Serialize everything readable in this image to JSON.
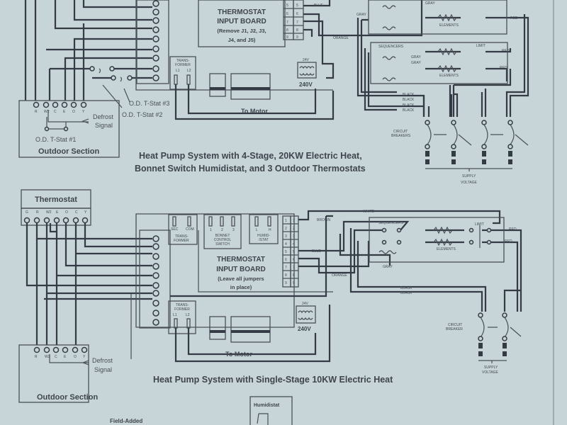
{
  "colors": {
    "paper": "#c7d4d8",
    "ink": "#353b44"
  },
  "top_diagram": {
    "caption_line1": "Heat Pump System with 4-Stage, 20KW Electric Heat,",
    "caption_line2": "Bonnet Switch Humidistat, and 3 Outdoor Thermostats",
    "board_title1": "THERMOSTAT",
    "board_title2": "INPUT BOARD",
    "board_note1": "(Remove J1, J2, J3,",
    "board_note2": "J4, and J5)",
    "transformer_label1": "TRANS-",
    "transformer_label2": "FORMER",
    "l1": "L1",
    "l2": "L2",
    "v24": "24V",
    "v240": "240V",
    "to_motor": "To Motor",
    "terminal_numbers": [
      "5",
      "6",
      "7",
      "8",
      "9"
    ],
    "wire_blue": "BLUE",
    "wire_gray_a": "GRAY",
    "wire_gray_b": "GRAY",
    "wire_gray_c": "GRAY",
    "wire_gray_d": "GRAY",
    "wire_orange": "ORANGE",
    "sequencers": "SEQUENCERS",
    "elements_a": "ELEMENTS",
    "elements_b": "ELEMENTS",
    "limit": "LIMIT",
    "red_a": "RED",
    "red_b": "RED",
    "red_c": "RED",
    "black": [
      "BLACK",
      "BLACK",
      "BLACK",
      "BLACK"
    ],
    "circuit_breakers1": "CIRCUIT",
    "circuit_breakers2": "BREAKERS",
    "supply1": "SUPPLY",
    "supply2": "VOLTAGE",
    "od_tstat_1": "O.D. T-Stat #1",
    "od_tstat_2": "O.D. T-Stat #2",
    "od_tstat_3": "O.D. T-Stat #3",
    "defrost1": "Defrost",
    "defrost2": "Signal",
    "outdoor_section": "Outdoor Section",
    "outdoor_terminals": [
      "R",
      "W2",
      "C",
      "E",
      "O",
      "Y"
    ]
  },
  "bottom_diagram": {
    "caption": "Heat Pump System with Single-Stage 10KW Electric Heat",
    "thermostat": "Thermostat",
    "thermostat_terminals": [
      "G",
      "R",
      "W2",
      "E",
      "O",
      "C",
      "Y"
    ],
    "sec": "SEC",
    "com": "COM",
    "transformer_label1": "TRANS-",
    "transformer_label2": "FORMER",
    "bonnet1": "BONNET",
    "bonnet2": "CONTROL",
    "bonnet3": "SWITCH",
    "bonnet_terminals": [
      "1",
      "2",
      "3"
    ],
    "humid1": "HUMID-",
    "humid2": "ISTAT",
    "humid_terminals": [
      "L",
      "H"
    ],
    "board_title1": "THERMOSTAT",
    "board_title2": "INPUT BOARD",
    "board_note1": "(Leave all jumpers",
    "board_note2": "in place)",
    "terminal_numbers": [
      "1",
      "2",
      "3",
      "4",
      "5",
      "6",
      "7",
      "8",
      "9"
    ],
    "l1": "L1",
    "l2": "L2",
    "v24": "24V",
    "v240": "240V",
    "to_motor": "To Motor",
    "wire_white": "WHITE",
    "wire_brown": "BROWN",
    "wire_blue": "BLUE",
    "wire_orange": "ORANGE",
    "wire_gray": "GRAY",
    "sequencers": "SEQUENCERS",
    "elements": "ELEMENTS",
    "limit": "LIMIT",
    "red_a": "RED",
    "red_b": "RED",
    "black": [
      "BLACK",
      "BLACK"
    ],
    "circuit_breaker1": "CIRCUIT",
    "circuit_breaker2": "BREAKER",
    "supply1": "SUPPLY",
    "supply2": "VOLTAGE",
    "defrost1": "Defrost",
    "defrost2": "Signal",
    "outdoor_section": "Outdoor Section",
    "outdoor_terminals": [
      "R",
      "W2",
      "C",
      "E",
      "O",
      "Y"
    ],
    "humidistat": "Humidistat",
    "field_added": "Field-Added"
  }
}
